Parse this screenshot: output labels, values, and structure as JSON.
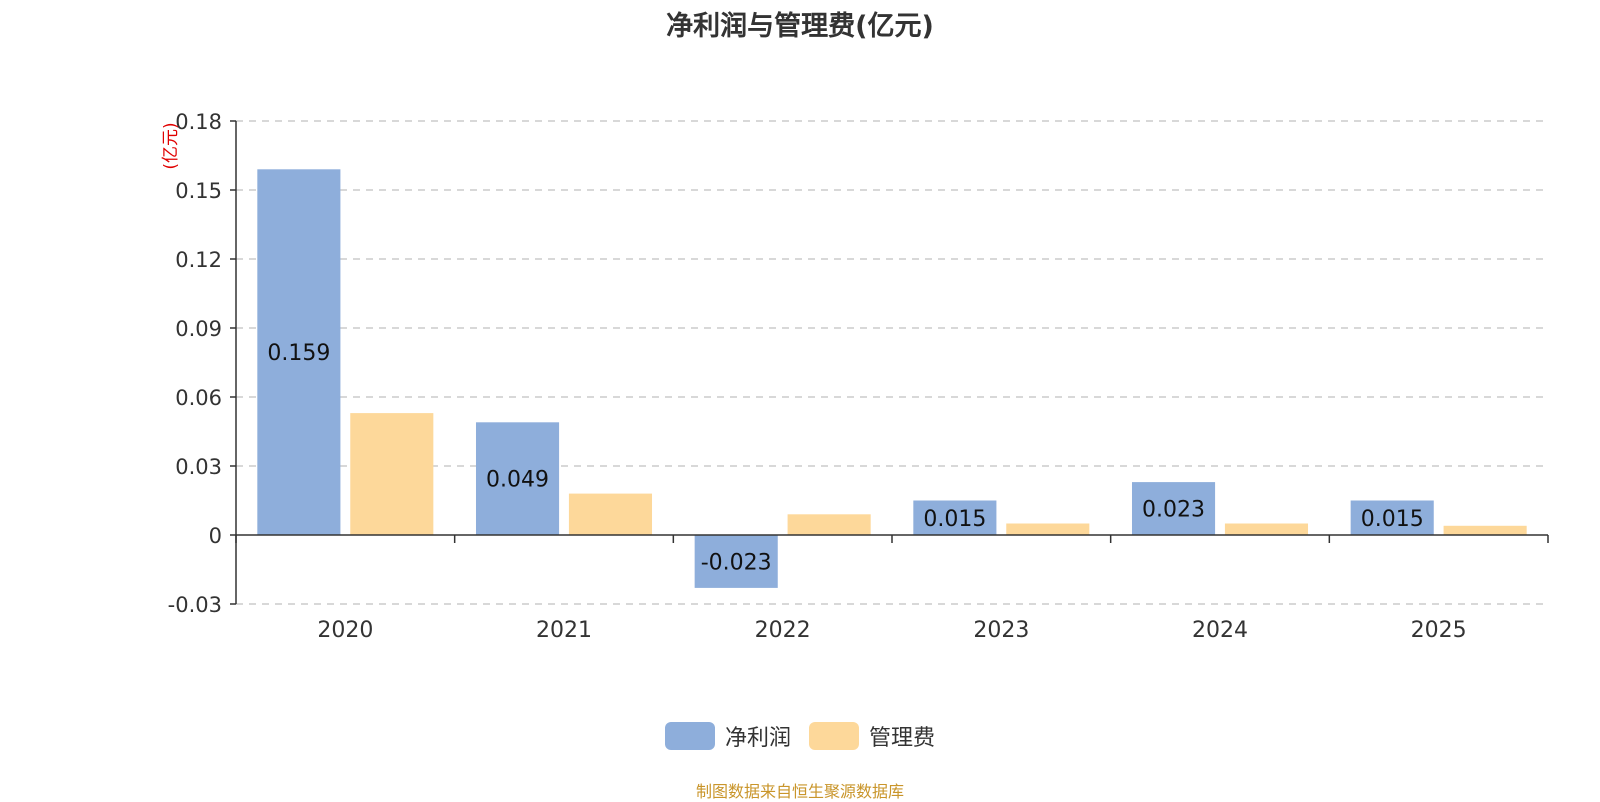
{
  "colors": {
    "net_profit": "#8eaedb",
    "admin_expense": "#fdd89a",
    "unit_label": "#e00000",
    "source": "#c9952a"
  },
  "chart_data": {
    "type": "bar",
    "title": "净利润与管理费(亿元)",
    "ylabel": "(亿元)",
    "categories": [
      "2020",
      "2021",
      "2022",
      "2023",
      "2024",
      "2025"
    ],
    "series": [
      {
        "name": "净利润",
        "values": [
          0.159,
          0.049,
          -0.023,
          0.015,
          0.023,
          0.015
        ],
        "labels": [
          "0.159",
          "0.049",
          "-0.023",
          "0.015",
          "0.023",
          "0.015"
        ]
      },
      {
        "name": "管理费",
        "values": [
          0.053,
          0.018,
          0.009,
          0.005,
          0.005,
          0.004
        ]
      }
    ],
    "ylim": [
      -0.03,
      0.18
    ],
    "yticks": [
      -0.03,
      0,
      0.03,
      0.06,
      0.09,
      0.12,
      0.15,
      0.18
    ],
    "ytick_labels": [
      "-0.03",
      "0",
      "0.03",
      "0.06",
      "0.09",
      "0.12",
      "0.15",
      "0.18"
    ],
    "grid": true,
    "legend_position": "bottom-center"
  },
  "footer": {
    "source": "制图数据来自恒生聚源数据库"
  }
}
